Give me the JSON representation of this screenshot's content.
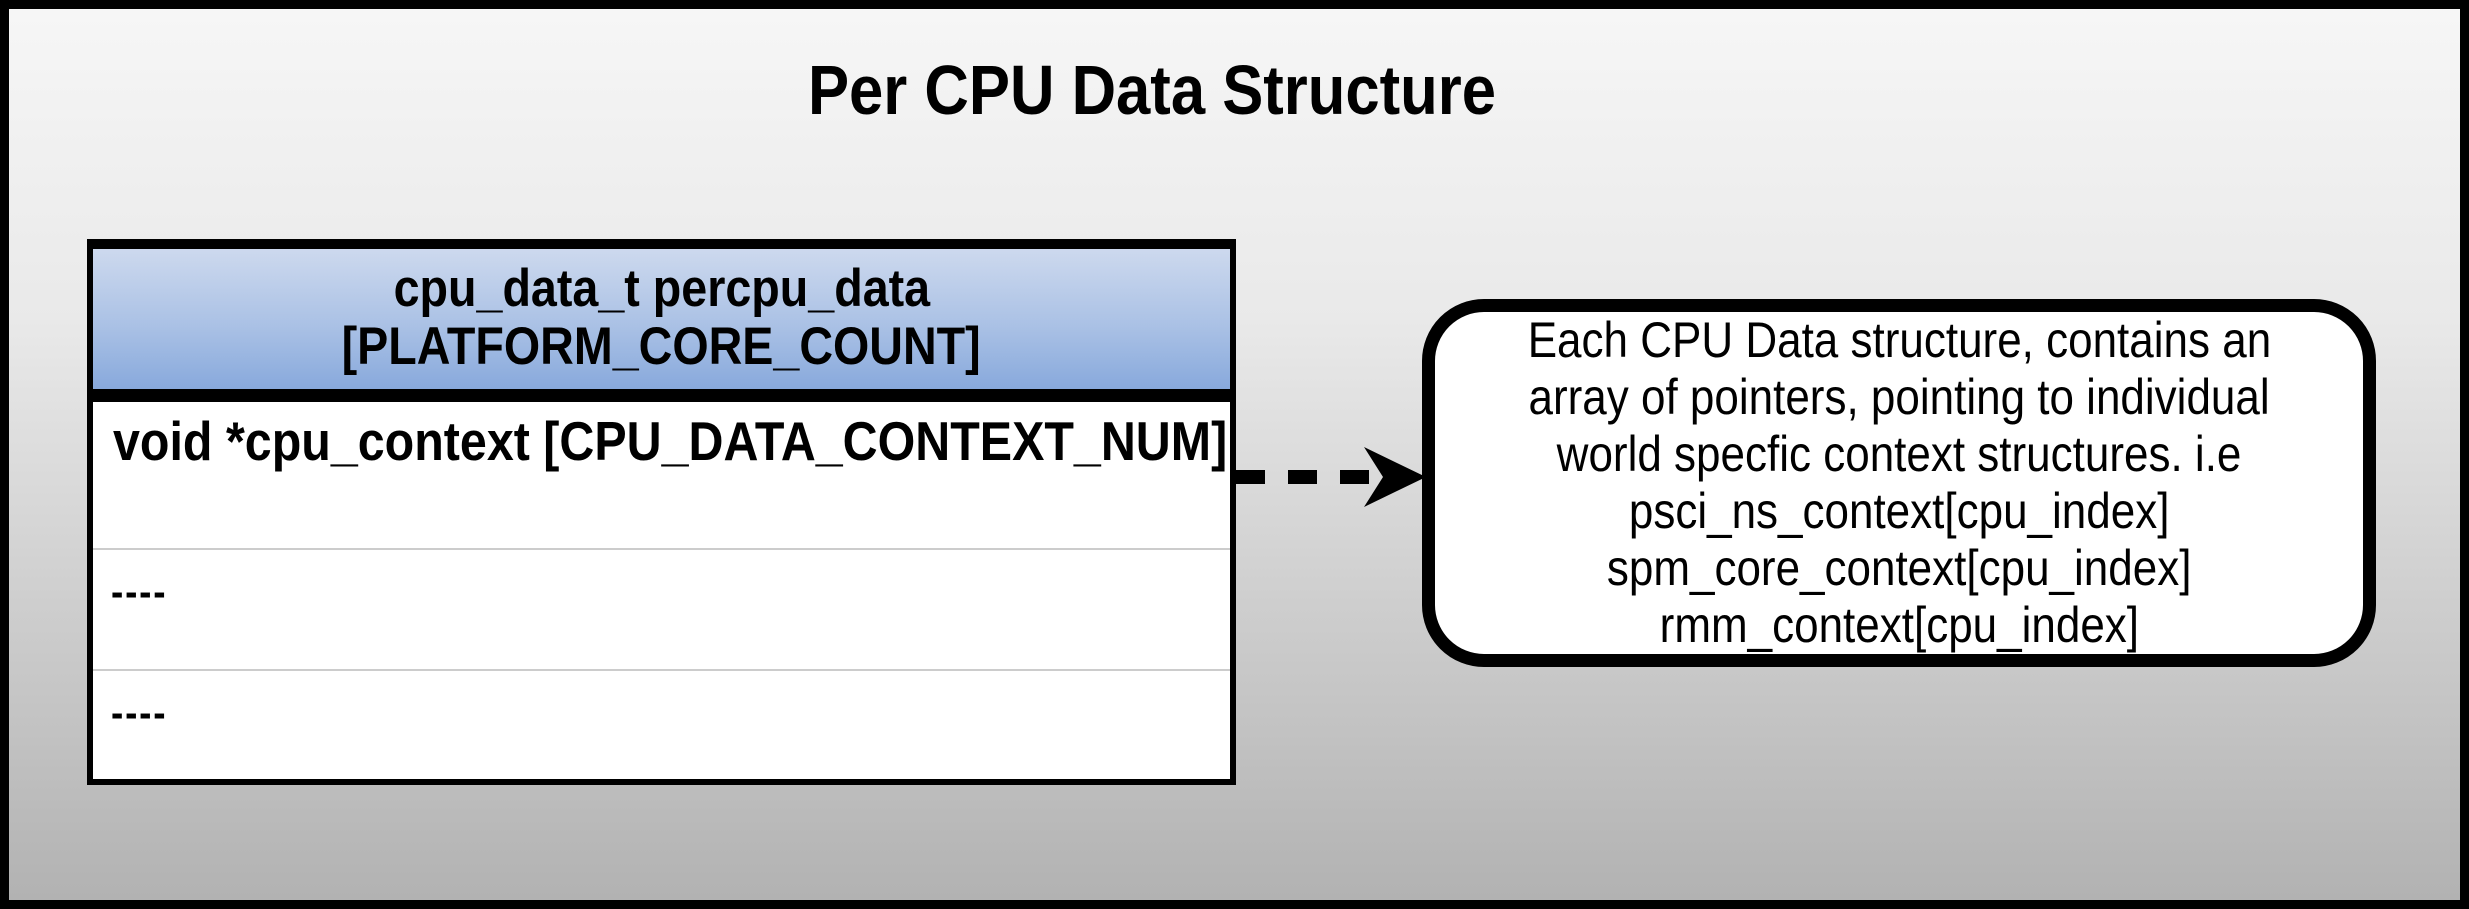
{
  "title": "Per CPU Data Structure",
  "table": {
    "header": {
      "line1": "cpu_data_t percpu_data",
      "line2": "[PLATFORM_CORE_COUNT]"
    },
    "rows": [
      {
        "text": "void *cpu_context [CPU_DATA_CONTEXT_NUM]"
      },
      {
        "text": "----"
      },
      {
        "text": "----"
      }
    ]
  },
  "arrow": {
    "style": "dashed",
    "direction": "right"
  },
  "callout": {
    "lines": [
      "Each CPU Data structure, contains an",
      "array of pointers, pointing to individual",
      "world specfic context structures. i.e",
      "psci_ns_context[cpu_index]",
      "spm_core_context[cpu_index]",
      "rmm_context[cpu_index]"
    ]
  },
  "colors": {
    "canvas_border": "#000000",
    "background_top": "#f6f6f6",
    "background_bottom": "#b2b2b2",
    "header_gradient_top": "#cdd9ee",
    "header_gradient_bottom": "#88a9dc",
    "row_divider": "#cccccc",
    "callout_background": "#ffffff",
    "text": "#000000"
  }
}
